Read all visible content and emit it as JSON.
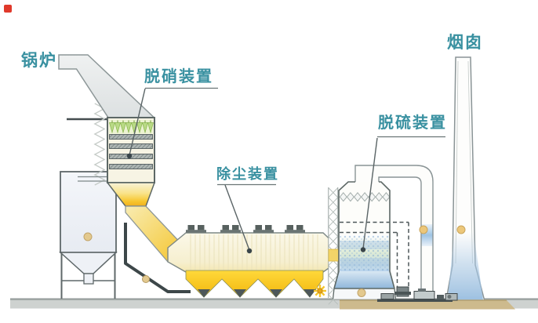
{
  "labels": {
    "boiler": "锅炉",
    "denitration": "脱硝装置",
    "dust_removal": "除尘装置",
    "desulfurization": "脱硫装置",
    "chimney": "烟囱"
  },
  "colors": {
    "label_teal": "#3a91a1",
    "duct_yellow": "#f6c32b",
    "catalyst_green": "#b9da85",
    "spray_blue": "#9ec4e4",
    "platform_tan": "#cdba8d",
    "floor_gray": "#ced2d0",
    "marker_red": "#e0392b"
  },
  "process_flow_order": [
    "锅炉",
    "脱硝装置",
    "除尘装置",
    "脱硫装置",
    "烟囱"
  ],
  "components": [
    "boiler-flue-duct",
    "scr-denitration-tower",
    "ammonia-injection-nozzles",
    "catalyst-layers",
    "ash-silo",
    "ash-discharge-pipe",
    "electrostatic-precipitator",
    "dust-hoppers",
    "rotary-valve",
    "support-lattice-tower",
    "fgd-absorber-tower",
    "mist-eliminator",
    "spray-headers",
    "spray-zone",
    "slurry-pool",
    "recirculation-pipe",
    "slurry-pumps",
    "clean-gas-duct",
    "chimney",
    "ground-floor",
    "equipment-platform"
  ]
}
